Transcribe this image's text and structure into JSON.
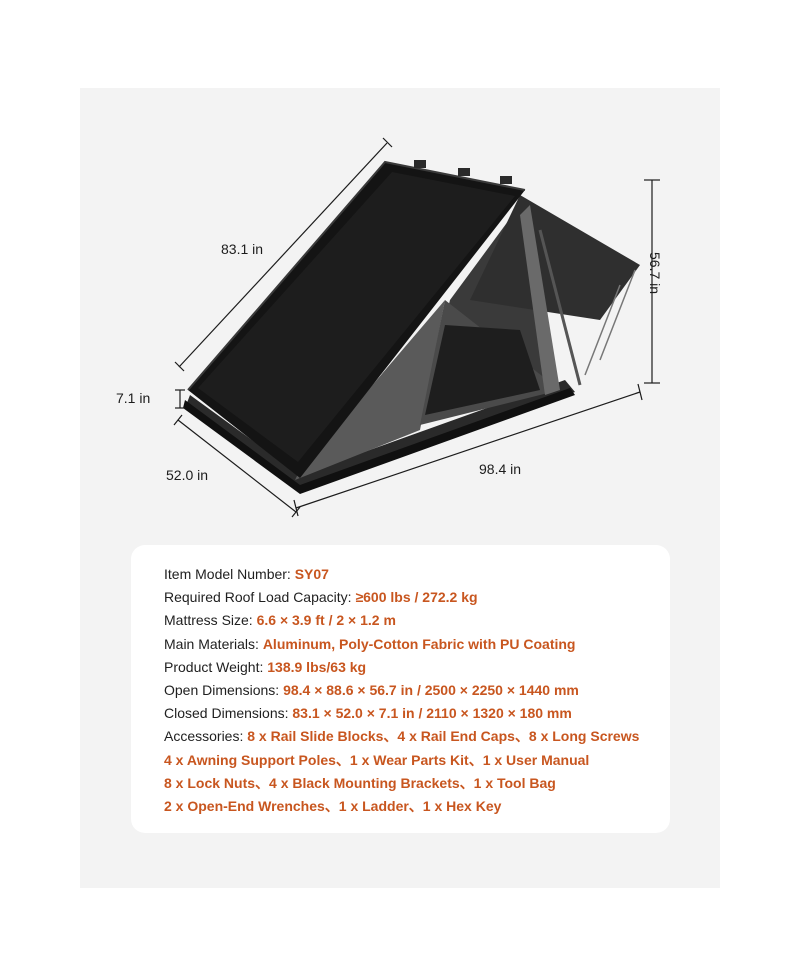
{
  "dimensions": {
    "length_diag": "83.1 in",
    "height": "56.7 in",
    "thickness": "7.1 in",
    "width": "52.0 in",
    "open_length": "98.4 in"
  },
  "specs": [
    {
      "key": "Item Model Number:",
      "value": "SY07"
    },
    {
      "key": "Required Roof Load Capacity:",
      "value": "≥600 lbs / 272.2 kg"
    },
    {
      "key": "Mattress Size:",
      "value": "6.6 × 3.9 ft / 2 × 1.2 m"
    },
    {
      "key": "Main Materials:",
      "value": "Aluminum, Poly-Cotton Fabric with PU Coating"
    },
    {
      "key": "Product Weight:",
      "value": "138.9 lbs/63 kg"
    },
    {
      "key": "Open Dimensions:",
      "value": "98.4 × 88.6 × 56.7 in / 2500 × 2250 × 1440 mm"
    },
    {
      "key": "Closed Dimensions:",
      "value": "83.1 × 52.0 × 7.1 in / 2110 × 1320 × 180 mm"
    },
    {
      "key": "Accessories:",
      "value": "8 x Rail Slide Blocks、4 x Rail End Caps、8 x Long Screws"
    }
  ],
  "accessories_continued": [
    "4 x Awning Support Poles、1 x Wear Parts Kit、1 x User Manual",
    "8 x Lock Nuts、4 x Black Mounting Brackets、1 x Tool Bag",
    "2 x Open-End Wrenches、1 x Ladder、1 x Hex Key"
  ],
  "colors": {
    "accent": "#c8561f",
    "background": "#f3f3f3",
    "card": "#ffffff",
    "text": "#1f1f1f"
  }
}
